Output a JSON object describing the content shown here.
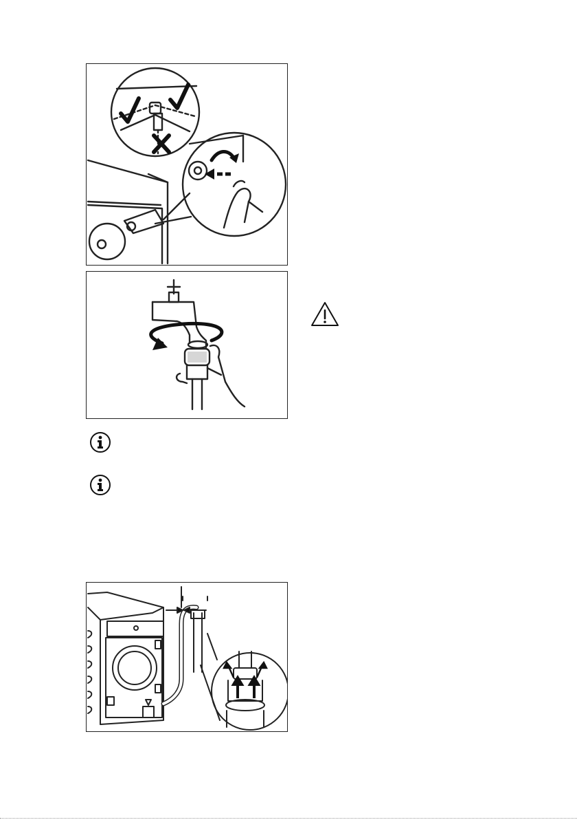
{
  "figures": [
    {
      "id": "hose-connection",
      "icons": [
        "check-icon",
        "check-icon",
        "cross-icon",
        "curved-arrow-icon",
        "straight-arrow-icon"
      ]
    },
    {
      "id": "tap-connection",
      "icons": [
        "rotation-arrow-icon"
      ]
    },
    {
      "id": "drain-hose",
      "icons": [
        "up-arrow-icon",
        "up-arrow-icon"
      ]
    }
  ],
  "icons": {
    "info": "info-icon",
    "warning": "warning-icon"
  },
  "colors": {
    "line": "#222222",
    "background": "#ffffff"
  }
}
